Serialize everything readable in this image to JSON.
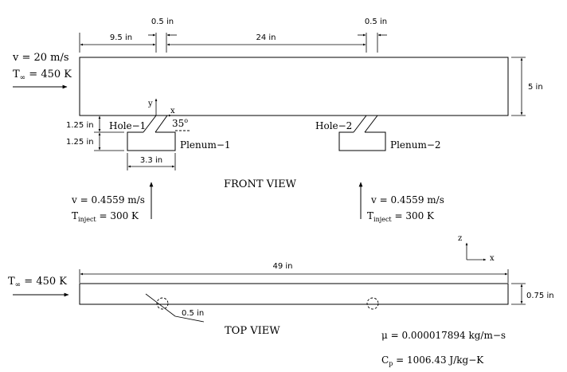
{
  "front_view": {
    "title": "FRONT VIEW",
    "inlet_velocity": "v = 20 m/s",
    "inlet_temp_prefix": "T",
    "inlet_temp_sub": "∞",
    "inlet_temp_value": " = 450 K",
    "dim_hole1_offset": "9.5 in",
    "dim_hole1_width": "0.5 in",
    "dim_hole_spacing": "24 in",
    "dim_hole2_width": "0.5 in",
    "dim_height": "5 in",
    "dim_hole_depth": "1.25 in",
    "dim_plenum_depth": "1.25 in",
    "dim_plenum_width": "3.3 in",
    "angle_label": "35",
    "angle_unit": "o",
    "axis_y": "y",
    "axis_x": "x",
    "hole1_label": "Hole−1",
    "hole2_label": "Hole−2",
    "plenum1_label": "Plenum−1",
    "plenum2_label": "Plenum−2",
    "inject1_velocity": "v = 0.4559 m/s",
    "inject1_temp_prefix": "T",
    "inject1_temp_sub": "inject",
    "inject1_temp_value": " = 300 K",
    "inject2_velocity": "v = 0.4559 m/s",
    "inject2_temp_prefix": "T",
    "inject2_temp_sub": "inject",
    "inject2_temp_value": " = 300 K"
  },
  "top_view": {
    "title": "TOP VIEW",
    "inlet_temp_prefix": "T",
    "inlet_temp_sub": "∞",
    "inlet_temp_value": " = 450 K",
    "dim_length": "49 in",
    "dim_width": "0.75 in",
    "dim_hole_diameter": "0.5 in",
    "axis_z": "z",
    "axis_x": "x"
  },
  "properties": {
    "viscosity": "μ = 0.000017894 kg/m−s",
    "cp_prefix": "C",
    "cp_sub": "p",
    "cp_value": " = 1006.43 J/kg−K"
  }
}
